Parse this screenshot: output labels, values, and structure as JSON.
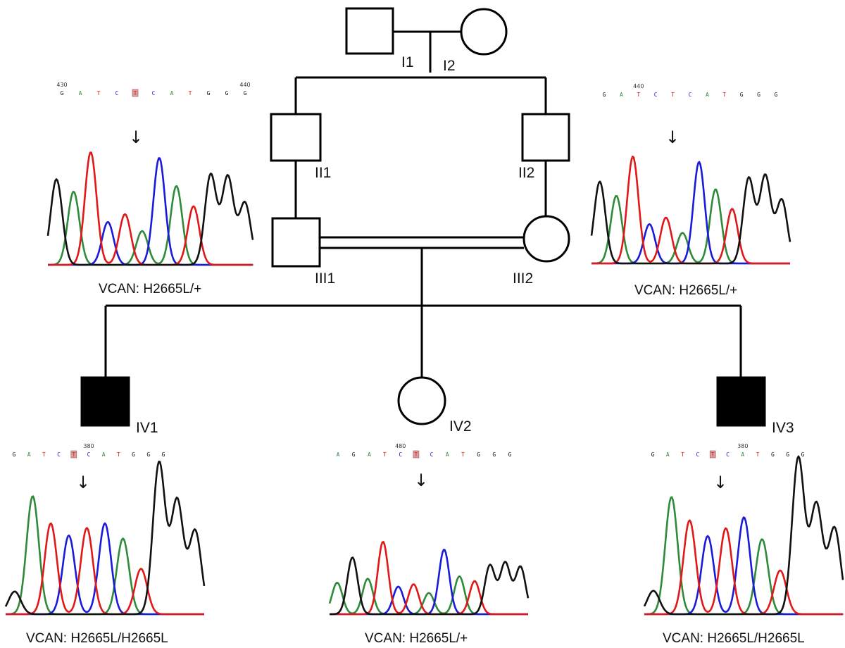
{
  "colors": {
    "A": "#2e8b3a",
    "C": "#1a1ad8",
    "G": "#111111",
    "T": "#e01818",
    "affected": "#000000",
    "line": "#000000",
    "mark": "#d9a0a0"
  },
  "icons": {
    "mutation_arrow": "down-arrow-icon"
  },
  "arrow_glyph": "↓",
  "pedigree": {
    "individuals": [
      {
        "id": "I1",
        "label": "I1",
        "sex": "male",
        "affected": false
      },
      {
        "id": "I2",
        "label": "I2",
        "sex": "female",
        "affected": false
      },
      {
        "id": "II1",
        "label": "II1",
        "sex": "male",
        "affected": false
      },
      {
        "id": "II2",
        "label": "II2",
        "sex": "male",
        "affected": false
      },
      {
        "id": "III1",
        "label": "III1",
        "sex": "male",
        "affected": false
      },
      {
        "id": "III2",
        "label": "III2",
        "sex": "female",
        "affected": false
      },
      {
        "id": "IV1",
        "label": "IV1",
        "sex": "male",
        "affected": true
      },
      {
        "id": "IV2",
        "label": "IV2",
        "sex": "female",
        "affected": false
      },
      {
        "id": "IV3",
        "label": "IV3",
        "sex": "male",
        "affected": true
      }
    ],
    "consanguineous": [
      "III1",
      "III2"
    ]
  },
  "chromatograms": [
    {
      "id": "III1",
      "genotype": "VCAN:  H2665L/+",
      "sequence": [
        "G",
        "A",
        "T",
        "C",
        "T",
        "C",
        "A",
        "T",
        "G",
        "G",
        "G"
      ],
      "position_labels": [
        {
          "index": 0,
          "text": "430"
        },
        {
          "index": 10,
          "text": "440"
        }
      ],
      "marked_index": 4,
      "peaks": [
        {
          "base": "G",
          "h": 0.76
        },
        {
          "base": "A",
          "h": 0.65
        },
        {
          "base": "T",
          "h": 1.0
        },
        {
          "base": "C",
          "h": 0.38
        },
        {
          "base": "T",
          "h": 0.45
        },
        {
          "base": "A",
          "h": 0.3
        },
        {
          "base": "C",
          "h": 0.95
        },
        {
          "base": "A",
          "h": 0.7
        },
        {
          "base": "T",
          "h": 0.52
        },
        {
          "base": "G",
          "h": 0.8
        },
        {
          "base": "G",
          "h": 0.78
        },
        {
          "base": "G",
          "h": 0.55
        }
      ]
    },
    {
      "id": "III2",
      "genotype": "VCAN:  H2665L/+",
      "sequence": [
        "G",
        "A",
        "T",
        "C",
        "T",
        "C",
        "A",
        "T",
        "G",
        "G",
        "G"
      ],
      "position_labels": [
        {
          "index": 2,
          "text": "440"
        }
      ],
      "marked_index": -1,
      "peaks": [
        {
          "base": "G",
          "h": 0.75
        },
        {
          "base": "A",
          "h": 0.62
        },
        {
          "base": "T",
          "h": 0.98
        },
        {
          "base": "C",
          "h": 0.36
        },
        {
          "base": "T",
          "h": 0.42
        },
        {
          "base": "A",
          "h": 0.28
        },
        {
          "base": "C",
          "h": 0.93
        },
        {
          "base": "A",
          "h": 0.68
        },
        {
          "base": "T",
          "h": 0.5
        },
        {
          "base": "G",
          "h": 0.78
        },
        {
          "base": "G",
          "h": 0.8
        },
        {
          "base": "G",
          "h": 0.58
        }
      ]
    },
    {
      "id": "IV1",
      "genotype": "VCAN:  H2665L/H2665L",
      "sequence": [
        "G",
        "A",
        "T",
        "C",
        "T",
        "C",
        "A",
        "T",
        "G",
        "G",
        "G"
      ],
      "position_labels": [
        {
          "index": 5,
          "text": "380"
        }
      ],
      "marked_index": 4,
      "peaks": [
        {
          "base": "G",
          "h": 0.15
        },
        {
          "base": "A",
          "h": 0.78
        },
        {
          "base": "T",
          "h": 0.6
        },
        {
          "base": "C",
          "h": 0.52
        },
        {
          "base": "T",
          "h": 0.57
        },
        {
          "base": "C",
          "h": 0.6
        },
        {
          "base": "A",
          "h": 0.5
        },
        {
          "base": "T",
          "h": 0.3
        },
        {
          "base": "G",
          "h": 1.0
        },
        {
          "base": "G",
          "h": 0.75
        },
        {
          "base": "G",
          "h": 0.55
        }
      ]
    },
    {
      "id": "IV2",
      "genotype": "VCAN:  H2665L/+",
      "sequence": [
        "A",
        "G",
        "A",
        "T",
        "C",
        "T",
        "C",
        "A",
        "T",
        "G",
        "G",
        "G"
      ],
      "position_labels": [
        {
          "index": 4,
          "text": "480"
        }
      ],
      "marked_index": 5,
      "peaks": [
        {
          "base": "A",
          "h": 0.4
        },
        {
          "base": "G",
          "h": 0.72
        },
        {
          "base": "A",
          "h": 0.45
        },
        {
          "base": "T",
          "h": 0.92
        },
        {
          "base": "C",
          "h": 0.35
        },
        {
          "base": "T",
          "h": 0.38
        },
        {
          "base": "A",
          "h": 0.27
        },
        {
          "base": "C",
          "h": 0.82
        },
        {
          "base": "A",
          "h": 0.48
        },
        {
          "base": "T",
          "h": 0.42
        },
        {
          "base": "G",
          "h": 0.62
        },
        {
          "base": "G",
          "h": 0.65
        },
        {
          "base": "G",
          "h": 0.6
        }
      ]
    },
    {
      "id": "IV3",
      "genotype": "VCAN:  H2665L/H2665L",
      "sequence": [
        "G",
        "A",
        "T",
        "C",
        "T",
        "C",
        "A",
        "T",
        "G",
        "G",
        "G"
      ],
      "position_labels": [
        {
          "index": 6,
          "text": "380"
        }
      ],
      "marked_index": 4,
      "peaks": [
        {
          "base": "G",
          "h": 0.15
        },
        {
          "base": "A",
          "h": 0.75
        },
        {
          "base": "T",
          "h": 0.6
        },
        {
          "base": "C",
          "h": 0.5
        },
        {
          "base": "T",
          "h": 0.55
        },
        {
          "base": "C",
          "h": 0.62
        },
        {
          "base": "A",
          "h": 0.48
        },
        {
          "base": "T",
          "h": 0.28
        },
        {
          "base": "G",
          "h": 1.0
        },
        {
          "base": "G",
          "h": 0.7
        },
        {
          "base": "G",
          "h": 0.55
        }
      ]
    }
  ]
}
